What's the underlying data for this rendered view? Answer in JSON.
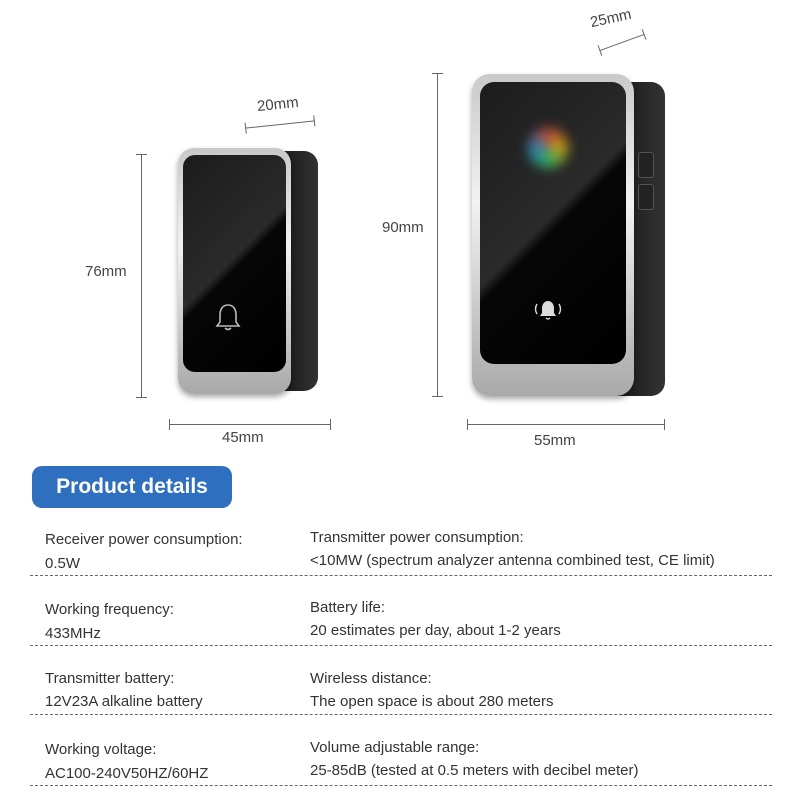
{
  "dimensions": {
    "transmitter_depth": "20mm",
    "transmitter_height": "76mm",
    "transmitter_width": "45mm",
    "receiver_depth": "25mm",
    "receiver_height": "90mm",
    "receiver_width": "55mm"
  },
  "icons": {
    "transmitter": "bell-icon",
    "receiver": "ringing-bell-icon"
  },
  "details": {
    "title": "Product details",
    "rows": [
      {
        "left_label": "Receiver power consumption:",
        "left_value": "0.5W",
        "right_label": "Transmitter power consumption:",
        "right_value": "<10MW (spectrum analyzer antenna combined test, CE limit)"
      },
      {
        "left_label": "Working frequency:",
        "left_value": "433MHz",
        "right_label": "Battery life:",
        "right_value": "20 estimates per day, about 1-2 years"
      },
      {
        "left_label": "Transmitter battery:",
        "left_value": "12V23A alkaline battery",
        "right_label": "Wireless distance:",
        "right_value": "The open space is about 280 meters"
      },
      {
        "left_label": "Working voltage:",
        "left_value": "AC100-240V50HZ/60HZ",
        "right_label": "Volume adjustable range:",
        "right_value": "25-85dB (tested at 0.5 meters with decibel meter)"
      }
    ]
  },
  "colors": {
    "badge": "#2f6fbf",
    "device_face": "#0a0a0a",
    "device_frame": "#d8d8d8"
  }
}
